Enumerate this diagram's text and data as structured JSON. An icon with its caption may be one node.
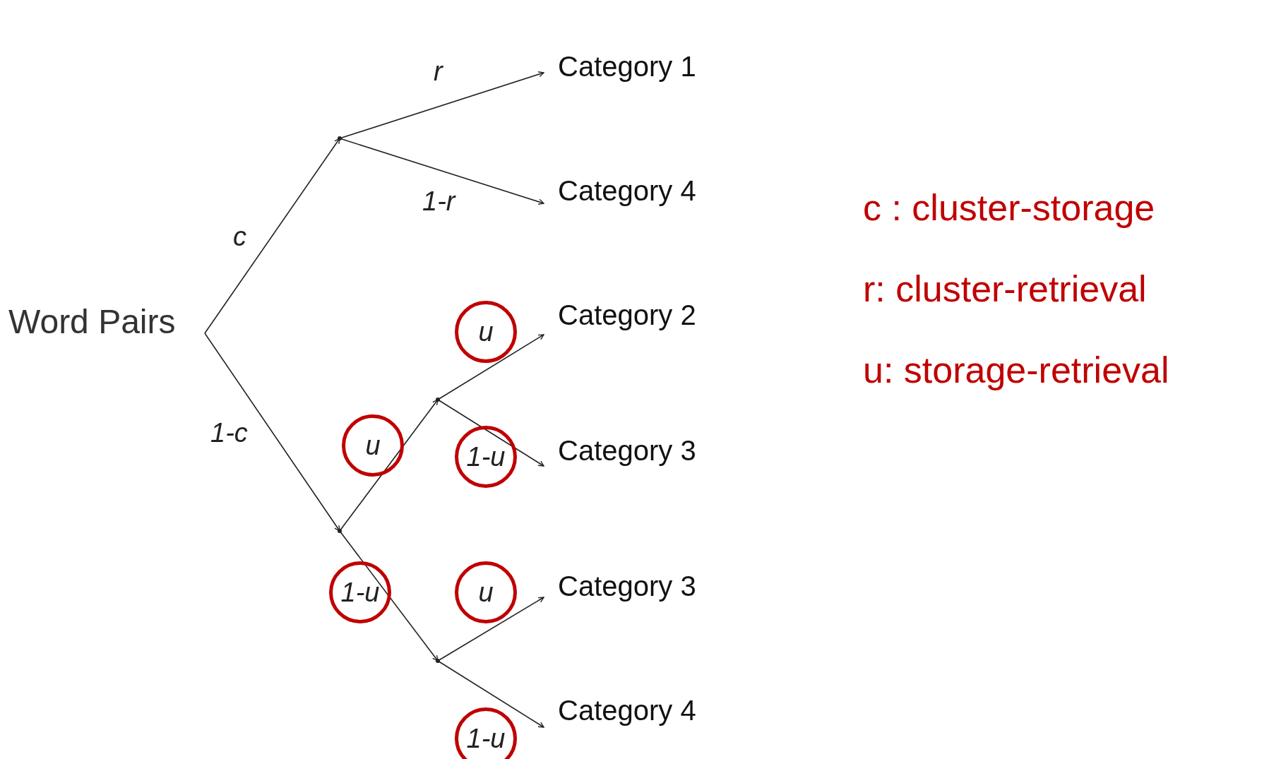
{
  "diagram": {
    "nodes": [
      {
        "text": [
          "Word Pairs"
        ]
      },
      {
        "text": [],
        "shape": "point"
      },
      {
        "text": [
          "Category 1"
        ]
      },
      {
        "text": [
          "Category 4"
        ]
      },
      {
        "text": [],
        "shape": "point"
      },
      {
        "text": [],
        "shape": "point"
      },
      {
        "text": [
          "Category 2"
        ]
      },
      {
        "text": [
          "Category 3"
        ]
      },
      {
        "text": [],
        "shape": "point"
      },
      {
        "text": [
          "Category 3"
        ]
      },
      {
        "text": [
          "Category 4"
        ]
      }
    ],
    "edges": [
      {
        "from": 0,
        "to": 1,
        "arrow": "to",
        "label": "c"
      },
      {
        "from": 1,
        "to": 2,
        "arrow": "to",
        "label": "r"
      },
      {
        "from": 1,
        "to": 3,
        "arrow": "to",
        "label": "1-r"
      },
      {
        "from": 0,
        "to": 4,
        "arrow": "to",
        "label": "1-c"
      },
      {
        "from": 4,
        "to": 5,
        "arrow": "to",
        "label": "u"
      },
      {
        "from": 5,
        "to": 6,
        "arrow": "to",
        "label": "u"
      },
      {
        "from": 5,
        "to": 7,
        "arrow": "to",
        "label": "1-u"
      },
      {
        "from": 4,
        "to": 8,
        "arrow": "to",
        "label": "1-u"
      },
      {
        "from": 8,
        "to": 9,
        "arrow": "to",
        "label": "u"
      },
      {
        "from": 8,
        "to": 10,
        "arrow": "to",
        "label": "1-u"
      }
    ],
    "labels": [
      "c : cluster-storage",
      "r: cluster-retrieval",
      "u: storage-retrieval"
    ]
  }
}
